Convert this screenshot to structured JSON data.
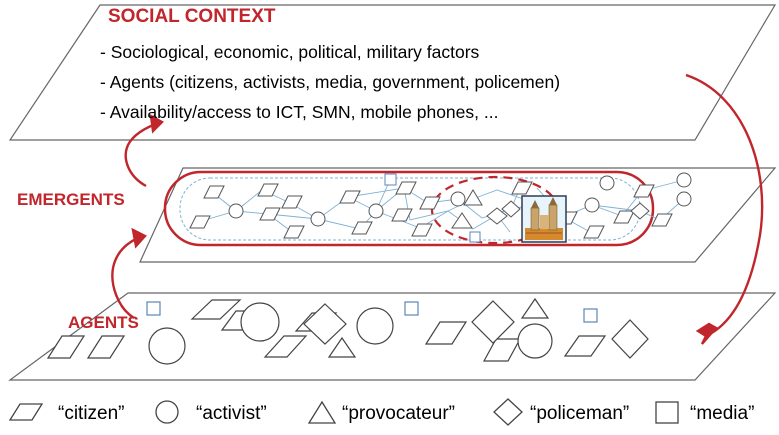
{
  "social_context": {
    "title": "SOCIAL CONTEXT",
    "lines": [
      "- Sociological, economic, political, military factors",
      "- Agents (citizens, activists, media, government, policemen)",
      "- Availability/access to ICT, SMN, mobile phones, ..."
    ]
  },
  "layers": {
    "emergents": "EMERGENTS",
    "agents": "AGENTS"
  },
  "legend": [
    {
      "shape": "parallelogram",
      "label": "“citizen”"
    },
    {
      "shape": "circle",
      "label": "“activist”"
    },
    {
      "shape": "triangle",
      "label": "“provocateur”"
    },
    {
      "shape": "diamond",
      "label": "“policeman”"
    },
    {
      "shape": "square",
      "label": "“media”"
    }
  ],
  "colors": {
    "accent": "#c0262b",
    "network_lines": "#7fb2d5",
    "shape_outline": "#555555",
    "media_outline": "#5b86b8"
  }
}
